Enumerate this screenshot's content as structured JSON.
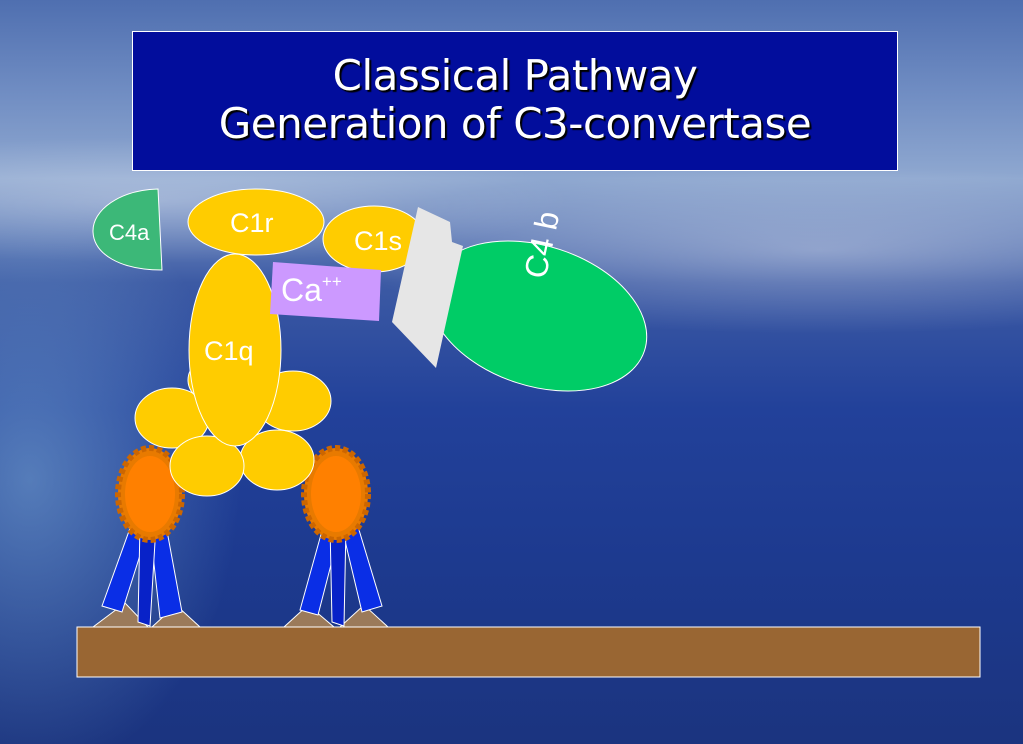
{
  "title": {
    "line1": "Classical Pathway",
    "line2": "Generation of C3-convertase"
  },
  "labels": {
    "c4a": "C4a",
    "c1r": "C1r",
    "c1s": "C1s",
    "c1q": "C1q",
    "ca": "Ca",
    "ca_sup": "++",
    "c4b": "C4 b"
  },
  "colors": {
    "title_bg": "#020d9c",
    "c1_yellow": "#ffcc00",
    "c4b_green": "#00cc66",
    "c4a_green": "#3cb878",
    "calcium_purple": "#cc99ff",
    "antibody_blue": "#0a2ee6",
    "antigen_orange": "#ff8000",
    "membrane_brown": "#996633",
    "site_tan": "#9b7a5a",
    "wedge_gray": "#e6e6e6"
  }
}
